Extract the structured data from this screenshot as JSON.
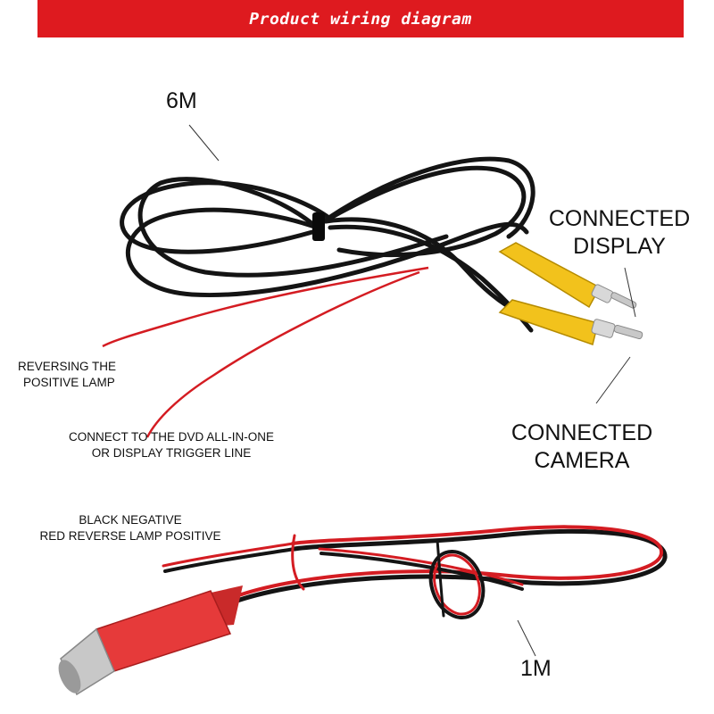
{
  "header": {
    "title": "Product wiring diagram"
  },
  "colors": {
    "banner": "#de1a1f",
    "cable_black": "#141414",
    "cable_red": "#d41c22",
    "rca_yellow": "#f2c21c",
    "dc_plug_red": "#e63a3a",
    "metal": "#c8c8c8"
  },
  "labels": {
    "length_6m": "6M",
    "length_1m": "1M",
    "connected_display": [
      "CONNECTED",
      "DISPLAY"
    ],
    "connected_camera": [
      "CONNECTED",
      "CAMERA"
    ],
    "reversing_lamp": [
      "REVERSING THE",
      "POSITIVE LAMP"
    ],
    "trigger_line": [
      "CONNECT TO THE DVD ALL-IN-ONE",
      "OR DISPLAY TRIGGER LINE"
    ],
    "power_cable": [
      "BLACK NEGATIVE",
      "RED REVERSE LAMP POSITIVE"
    ]
  }
}
